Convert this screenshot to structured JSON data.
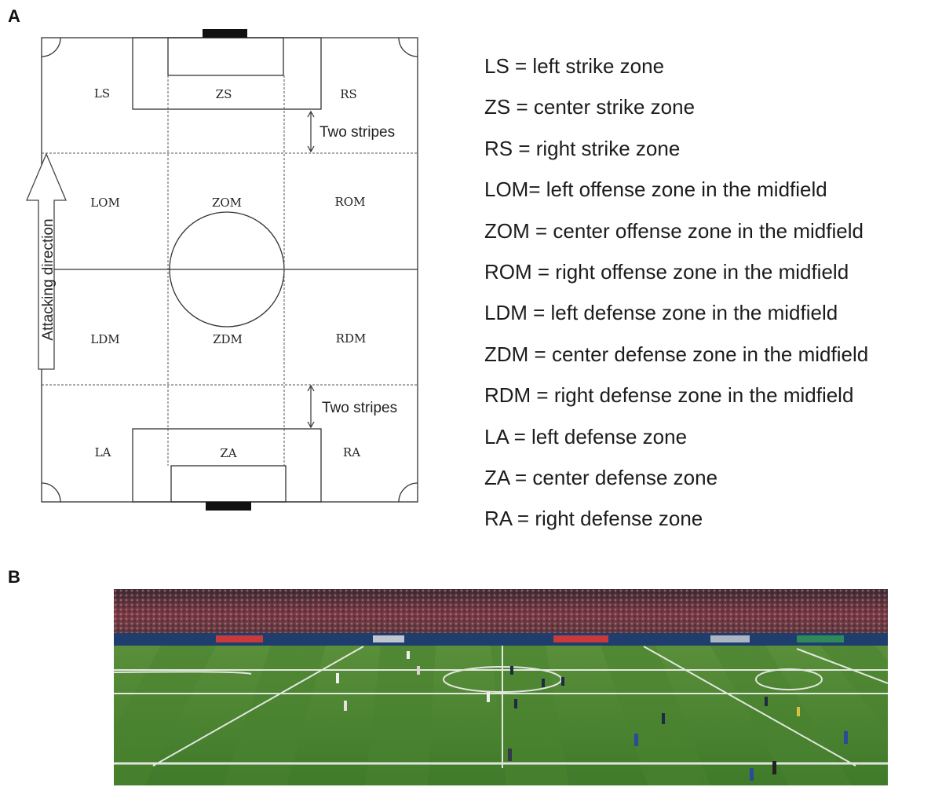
{
  "panels": {
    "a": "A",
    "b": "B"
  },
  "field": {
    "zones": {
      "ls": "LS",
      "zs": "ZS",
      "rs": "RS",
      "lom": "LOM",
      "zom": "ZOM",
      "rom": "ROM",
      "ldm": "LDM",
      "zdm": "ZDM",
      "rdm": "RDM",
      "la": "LA",
      "za": "ZA",
      "ra": "RA"
    },
    "stripes_top": "Two stripes",
    "stripes_bottom": "Two stripes",
    "attacking_direction": "Attacking direction"
  },
  "legend": [
    "LS = left strike zone",
    "ZS = center strike zone",
    "RS = right strike zone",
    "LOM= left offense zone in the midfield",
    "ZOM = center offense zone in the midfield",
    "ROM = right offense zone in the midfield",
    "LDM = left defense zone in the midfield",
    "ZDM = center defense zone in the midfield",
    "RDM = right defense zone in the midfield",
    "LA = left defense zone",
    "ZA = center defense zone",
    "RA = right defense zone"
  ],
  "colors": {
    "grass_light": "#4f8a35",
    "grass_dark": "#3f7a2a",
    "crowd": "#6a3a44",
    "lines": "#f2f2f2"
  }
}
